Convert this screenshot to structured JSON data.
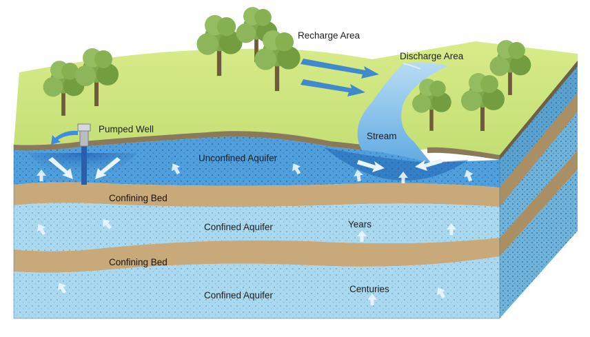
{
  "labels": {
    "recharge_area": "Recharge Area",
    "discharge_area": "Discharge Area",
    "pumped_well": "Pumped Well",
    "stream": "Stream",
    "unconfined_aquifer": "Unconfined Aquifer",
    "confining_bed_upper": "Confining Bed",
    "confined_aquifer_middle": "Confined Aquifer",
    "years": "Years",
    "confining_bed_lower": "Confining Bed",
    "confined_aquifer_lower": "Confined Aquifer",
    "centuries": "Centuries"
  },
  "colors": {
    "land_surface": "#c9e27a",
    "land_edge": "#8a7a5a",
    "unconfined_aquifer": "#4f9fdc",
    "confining_bed": "#c7a97a",
    "confined_aquifer": "#a9d8ef",
    "stream": "#8cc6ec",
    "tree_foliage": "#7fa94a",
    "flow_arrow": "#2f7fd1"
  },
  "icons": [
    "tree-icon",
    "well-pump-icon",
    "flow-arrow-icon"
  ]
}
